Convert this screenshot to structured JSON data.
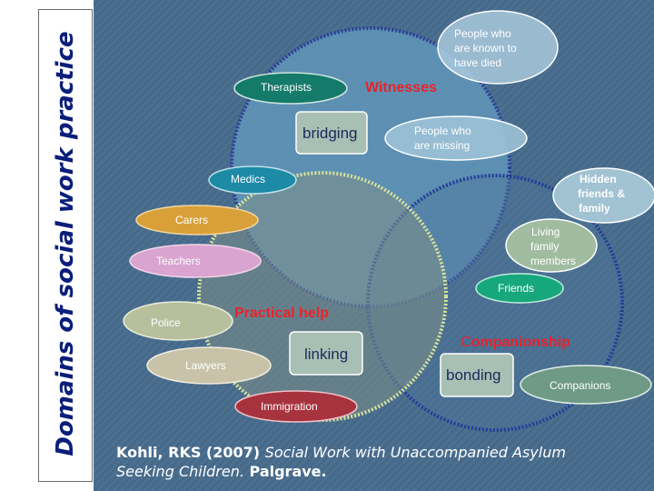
{
  "slide": {
    "side_title": "Domains of social work practice",
    "citation": {
      "prefix": "Kohli, RKS (2007) ",
      "title_line1": "Social Work with Unaccompanied Asylum",
      "title_line2": "Seeking Children.",
      "suffix": " Palgrave."
    }
  },
  "domains": {
    "witnesses": "Witnesses",
    "practical_help": "Practical help",
    "companionship_initial": "C",
    "companionship_rest": "ompanionship"
  },
  "processes": {
    "bridging": "bridging",
    "linking": "linking",
    "bonding": "bonding"
  },
  "nodes": {
    "people_died": [
      "People who",
      "are known to",
      "have died"
    ],
    "therapists": "Therapists",
    "people_missing": [
      "People who",
      "are missing"
    ],
    "medics": "Medics",
    "hidden_friends": [
      "Hidden",
      "friends &",
      "family"
    ],
    "carers": "Carers",
    "living_family": [
      "Living",
      "family",
      "members"
    ],
    "teachers": "Teachers",
    "friends": "Friends",
    "police": "Police",
    "lawyers": "Lawyers",
    "companions": "Companions",
    "immigration": "Immigration"
  },
  "colors": {
    "background": "#4a6d8c",
    "witnesses_circle": "#5f93b6",
    "witnesses_border": "#2a3f9a",
    "practical_circle": "#7d8f88",
    "practical_border": "#d8e49a",
    "companion_circle": "#4e7699",
    "companion_border": "#223c9a",
    "red_text": "#e8232b",
    "title_text": "#0a1e7a"
  }
}
